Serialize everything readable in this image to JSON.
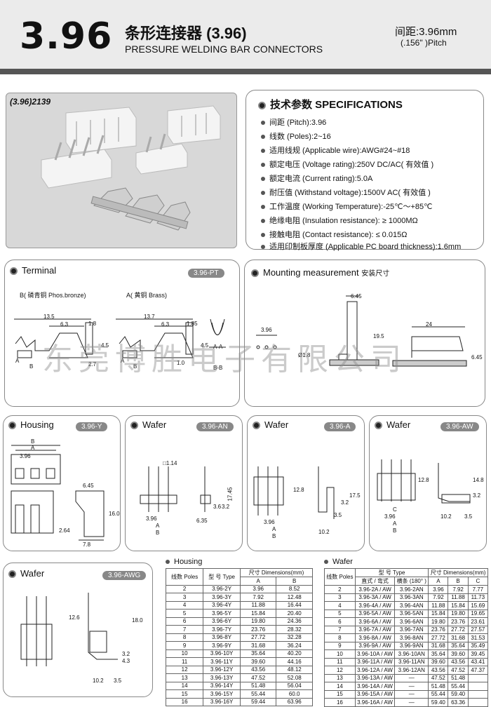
{
  "header": {
    "number": "3.96",
    "title_cn": "条形连接器 (3.96)",
    "title_en": "PRESSURE WELDING BAR CONNECTORS",
    "pitch_cn": "间距:3.96mm",
    "pitch_in": "(.156\" )Pitch"
  },
  "photo": {
    "label": "(3.96)2139"
  },
  "specs": {
    "title": "技术参数  SPECIFICATIONS",
    "items": [
      "间距 (Pitch):3.96",
      "线数 (Poles):2~16",
      "适用线规 (Applicable wire):AWG#24~#18",
      "额定电压 (Voltage rating):250V DC/AC( 有效值 )",
      "额定电流 (Current rating):5.0A",
      "耐压值 (Withstand voltage):1500V AC( 有效值 )",
      "工作温度 (Working Temperature):-25℃～+85℃",
      "绝缘电阻 (Insulation resistance): ≥ 1000MΩ",
      "接触电阻 (Contact resistance): ≤ 0.015Ω",
      "适用印制板厚度 (Applicable PC board thickness):1.6mm"
    ]
  },
  "terminal": {
    "title": "Terminal",
    "tag": "3.96-PT",
    "material_b": "B( 磷青铜 Phos.bronze)",
    "material_a": "A( 黄铜 Brass)",
    "dims": [
      "13.5",
      "6.3",
      "1.8",
      "13.7",
      "6.3",
      "1.85",
      "4.5",
      "2.7",
      "4.5",
      "1.0",
      "A-A",
      "B-B",
      "A",
      "B",
      "A",
      "B"
    ]
  },
  "mounting": {
    "title": "Mounting measurement",
    "title_cn": "安装尺寸",
    "dims": [
      "6.45",
      "19.5",
      "3.96",
      "Ø1.8",
      "24",
      "6.45"
    ]
  },
  "watermark": "东莞博胜电子有限公司",
  "housing": {
    "title": "Housing",
    "tag": "3.96-Y",
    "dims": [
      "B",
      "A",
      "3.96",
      "6.45",
      "16.0",
      "2.64",
      "7.8"
    ]
  },
  "wafer_an": {
    "title": "Wafer",
    "tag": "3.96-AN",
    "dims": [
      "□1.14",
      "17.45",
      "3.96",
      "A",
      "B",
      "6.35",
      "3.6",
      "3.2"
    ]
  },
  "wafer_a": {
    "title": "Wafer",
    "tag": "3.96-A",
    "dims": [
      "12.8",
      "17.5",
      "3.96",
      "A",
      "B",
      "3.2",
      "3.5",
      "10.2"
    ]
  },
  "wafer_aw": {
    "title": "Wafer",
    "tag": "3.96-AW",
    "dims": [
      "12.8",
      "14.8",
      "C",
      "3.96",
      "A",
      "B",
      "3.2",
      "10.2",
      "3.5"
    ]
  },
  "wafer_awg": {
    "title": "Wafer",
    "tag": "3.96-AWG",
    "dims": [
      "12.6",
      "18.0",
      "3.2",
      "4.3",
      "10.2",
      "3.5"
    ]
  },
  "housing_table": {
    "title": "Housing",
    "headers": [
      "线数 Poles",
      "型  号 Type",
      "尺寸 Dimensions(mm)",
      "A",
      "B"
    ],
    "rows": [
      [
        "2",
        "3.96-2Y",
        "3.96",
        "8.52"
      ],
      [
        "3",
        "3.96-3Y",
        "7.92",
        "12.48"
      ],
      [
        "4",
        "3.96-4Y",
        "11.88",
        "16.44"
      ],
      [
        "5",
        "3.96-5Y",
        "15.84",
        "20.40"
      ],
      [
        "6",
        "3.96-6Y",
        "19.80",
        "24.36"
      ],
      [
        "7",
        "3.96-7Y",
        "23.76",
        "28.32"
      ],
      [
        "8",
        "3.96-8Y",
        "27.72",
        "32.28"
      ],
      [
        "9",
        "3.96-9Y",
        "31.68",
        "36.24"
      ],
      [
        "10",
        "3.96-10Y",
        "35.64",
        "40.20"
      ],
      [
        "11",
        "3.96-11Y",
        "39.60",
        "44.16"
      ],
      [
        "12",
        "3.96-12Y",
        "43.56",
        "48.12"
      ],
      [
        "13",
        "3.96-13Y",
        "47.52",
        "52.08"
      ],
      [
        "14",
        "3.96-14Y",
        "51.48",
        "56.04"
      ],
      [
        "15",
        "3.96-15Y",
        "55.44",
        "60.0"
      ],
      [
        "16",
        "3.96-16Y",
        "59.44",
        "63.96"
      ]
    ]
  },
  "wafer_table": {
    "title": "Wafer",
    "headers": [
      "线数 Poles",
      "型  号   Type",
      "直式 / 弯式",
      "横条 (180° )",
      "尺寸 Dimensions(mm)",
      "A",
      "B",
      "C"
    ],
    "rows": [
      [
        "2",
        "3.96-2A / AW",
        "3.96-2AN",
        "3.96",
        "7.92",
        "7.77"
      ],
      [
        "3",
        "3.96-3A / AW",
        "3.96-3AN",
        "7.92",
        "11.88",
        "11.73"
      ],
      [
        "4",
        "3.96-4A / AW",
        "3.96-4AN",
        "11.88",
        "15.84",
        "15.69"
      ],
      [
        "5",
        "3.96-5A / AW",
        "3.96-5AN",
        "15.84",
        "19.80",
        "19.65"
      ],
      [
        "6",
        "3.96-6A / AW",
        "3.96-6AN",
        "19.80",
        "23.76",
        "23.61"
      ],
      [
        "7",
        "3.96-7A / AW",
        "3.96-7AN",
        "23.76",
        "27.72",
        "27.57"
      ],
      [
        "8",
        "3.96-8A / AW",
        "3.96-8AN",
        "27.72",
        "31.68",
        "31.53"
      ],
      [
        "9",
        "3.96-9A / AW",
        "3.96-9AN",
        "31.68",
        "35.64",
        "35.49"
      ],
      [
        "10",
        "3.96-10A / AW",
        "3.96-10AN",
        "35.64",
        "39.60",
        "39.45"
      ],
      [
        "11",
        "3.96-11A / AW",
        "3.96-11AN",
        "39.60",
        "43.56",
        "43.41"
      ],
      [
        "12",
        "3.96-12A / AW",
        "3.96-12AN",
        "43.56",
        "47.52",
        "47.37"
      ],
      [
        "13",
        "3.96-13A / AW",
        "—",
        "47.52",
        "51.48",
        ""
      ],
      [
        "14",
        "3.96-14A / AW",
        "—",
        "51.48",
        "55.44",
        ""
      ],
      [
        "15",
        "3.96-15A / AW",
        "—",
        "55.44",
        "59.40",
        ""
      ],
      [
        "16",
        "3.96-16A / AW",
        "—",
        "59.40",
        "63.36",
        ""
      ]
    ]
  }
}
